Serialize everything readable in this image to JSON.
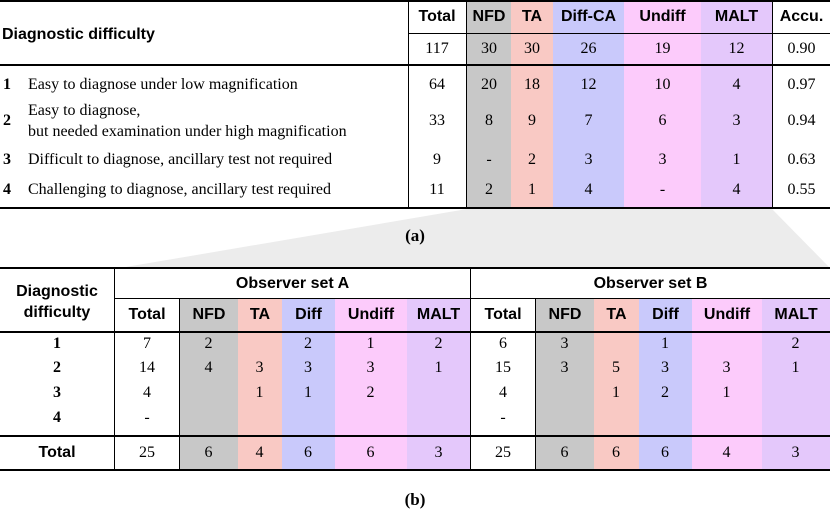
{
  "table_a": {
    "header": {
      "label": "Diagnostic difficulty",
      "columns": [
        "Total",
        "NFD",
        "TA",
        "Diff-CA",
        "Undiff",
        "MALT",
        "Accu."
      ],
      "totals": [
        "117",
        "30",
        "30",
        "26",
        "19",
        "12",
        "0.90"
      ]
    },
    "rows": [
      {
        "num": "1",
        "desc": [
          "Easy to diagnose under low magnification"
        ],
        "vals": [
          "64",
          "20",
          "18",
          "12",
          "10",
          "4",
          "0.97"
        ]
      },
      {
        "num": "2",
        "desc": [
          "Easy to diagnose,",
          "but needed examination under high magnification"
        ],
        "vals": [
          "33",
          "8",
          "9",
          "7",
          "6",
          "3",
          "0.94"
        ]
      },
      {
        "num": "3",
        "desc": [
          "Difficult to diagnose, ancillary test not required"
        ],
        "vals": [
          "9",
          "-",
          "2",
          "3",
          "3",
          "1",
          "0.63"
        ]
      },
      {
        "num": "4",
        "desc": [
          "Challenging to diagnose, ancillary test required"
        ],
        "vals": [
          "11",
          "2",
          "1",
          "4",
          "-",
          "4",
          "0.55"
        ]
      }
    ]
  },
  "caption_a": "(a)",
  "table_b": {
    "label": [
      "Diagnostic",
      "difficulty"
    ],
    "groups": [
      "Observer set A",
      "Observer set B"
    ],
    "subcols": [
      "Total",
      "NFD",
      "TA",
      "Diff",
      "Undiff",
      "MALT",
      "Total",
      "NFD",
      "TA",
      "Diff",
      "Undiff",
      "MALT"
    ],
    "rows": [
      {
        "num": "1",
        "vals": [
          "7",
          "2",
          "",
          "2",
          "1",
          "2",
          "6",
          "3",
          "",
          "1",
          "",
          "2"
        ]
      },
      {
        "num": "2",
        "vals": [
          "14",
          "4",
          "3",
          "3",
          "3",
          "1",
          "15",
          "3",
          "5",
          "3",
          "3",
          "1"
        ]
      },
      {
        "num": "3",
        "vals": [
          "4",
          "",
          "1",
          "1",
          "2",
          "",
          "4",
          "",
          "1",
          "2",
          "1",
          ""
        ]
      },
      {
        "num": "4",
        "vals": [
          "-",
          "",
          "",
          "",
          "",
          "",
          "-",
          "",
          "",
          "",
          "",
          ""
        ]
      }
    ],
    "total_label": "Total",
    "totals": [
      "25",
      "6",
      "4",
      "6",
      "6",
      "3",
      "25",
      "6",
      "6",
      "6",
      "4",
      "3"
    ]
  },
  "caption_b": "(b)",
  "colors": {
    "nfd": "#c8c8c8",
    "ta": "#f9c9c4",
    "diff": "#c9c9fb",
    "undiff": "#fccbfb",
    "malt": "#e4c8fb"
  }
}
